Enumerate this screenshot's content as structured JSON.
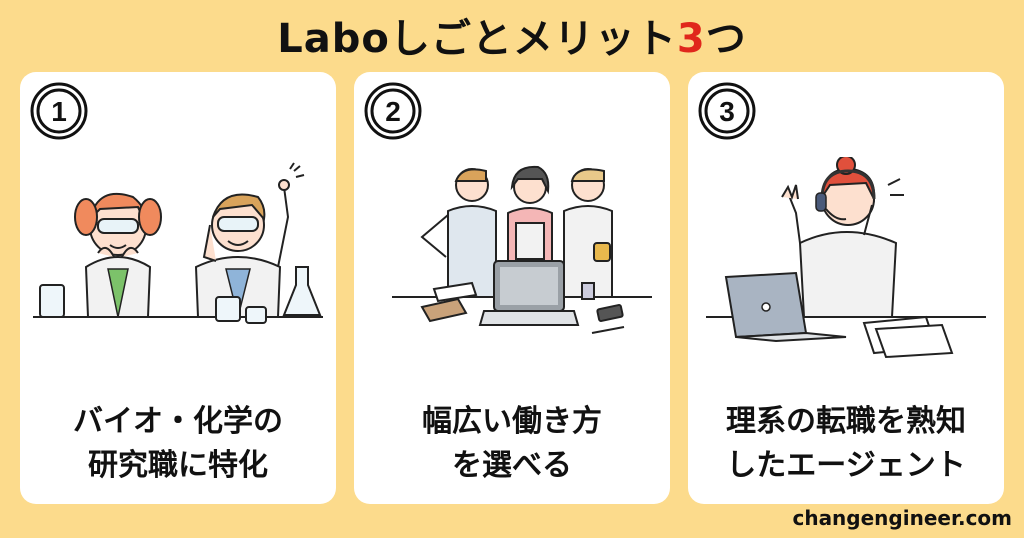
{
  "title": {
    "main": "Laboしごとメリット",
    "number": "3",
    "suffix": "つ"
  },
  "cards": [
    {
      "number": "1",
      "line1": "バイオ・化学の",
      "line2": "研究職に特化"
    },
    {
      "number": "2",
      "line1": "幅広い働き方",
      "line2": "を選べる"
    },
    {
      "number": "3",
      "line1": "理系の転職を熟知",
      "line2": "したエージェント"
    }
  ],
  "footer": {
    "site": "changengineer.com"
  },
  "colors": {
    "background": "#fcdb8c",
    "accent": "#e0271c",
    "card": "#ffffff",
    "hair": "#f08a5d"
  }
}
